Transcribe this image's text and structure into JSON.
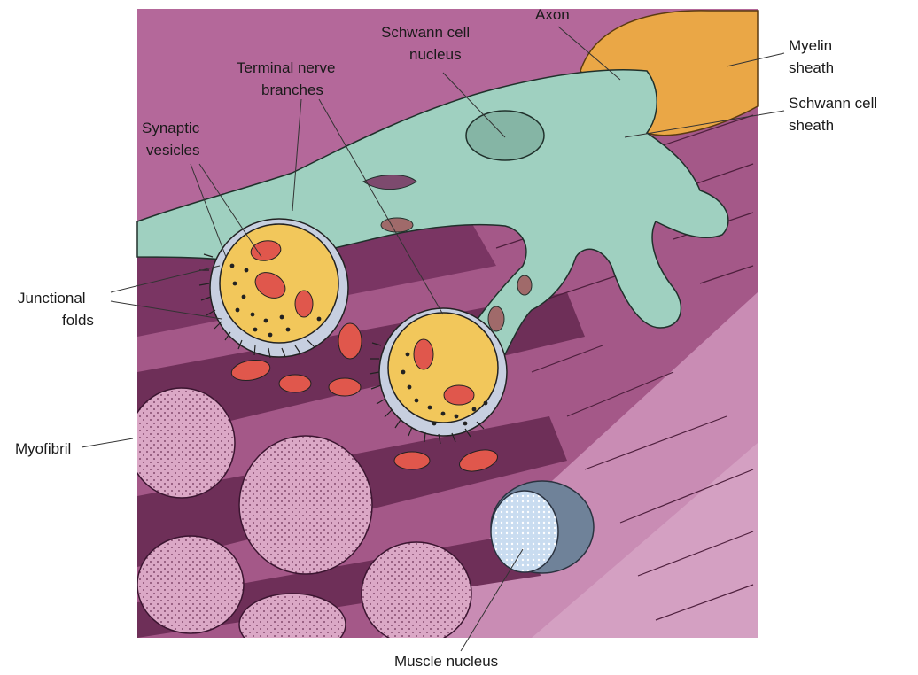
{
  "labels": {
    "axon": "Axon",
    "myelin_1": "Myelin",
    "myelin_2": "sheath",
    "schwann_nucleus_1": "Schwann cell",
    "schwann_nucleus_2": "nucleus",
    "schwann_sheath_1": "Schwann cell",
    "schwann_sheath_2": "sheath",
    "terminal_1": "Terminal nerve",
    "terminal_2": "branches",
    "vesicles_1": "Synaptic",
    "vesicles_2": "vesicles",
    "junctional_1": "Junctional",
    "junctional_2": "folds",
    "myofibril": "Myofibril",
    "muscle_nucleus": "Muscle nucleus"
  },
  "colors": {
    "muscle": "#9a4f7c",
    "muscle_dark": "#6e2f58",
    "muscle_light": "#c58ab0",
    "schwann": "#9fd0c0",
    "myelin": "#e9a646",
    "terminal": "#f2c75b",
    "mitochondria": "#e0574c",
    "myofibril": "#d9a6c5",
    "nucleus": "#7a8ea3"
  }
}
